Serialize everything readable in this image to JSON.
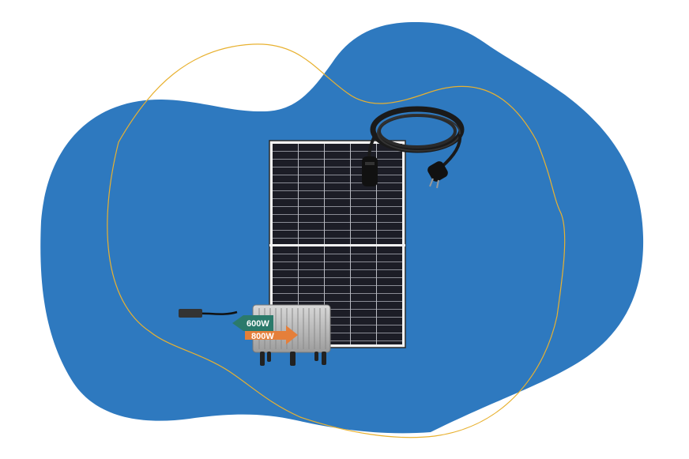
{
  "scene": {
    "description": "Balcony solar power kit product illustration on a blue blob background",
    "background_color": "#ffffff",
    "blob_color": "#2e79bf",
    "accent_line_color": "#e8b130"
  },
  "products": {
    "solar_panel": {
      "label": "Solar panel",
      "frame_color": "#f2f2f2",
      "cell_color": "#1c1d26"
    },
    "cable": {
      "label": "Power cable with Schuko plug",
      "color": "#1a1a1a"
    },
    "inverter": {
      "label": "Micro inverter",
      "badges": [
        {
          "text": "600W",
          "color": "#2b7a6b"
        },
        {
          "text": "800W",
          "color": "#e57f3a"
        }
      ]
    }
  }
}
